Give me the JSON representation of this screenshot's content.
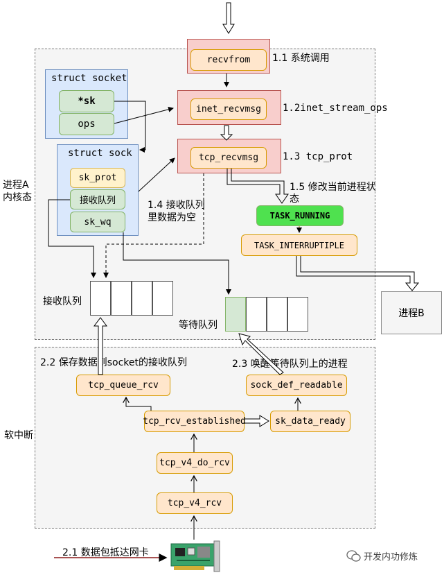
{
  "regions": {
    "process_label": "进程A\n内核态",
    "softirq_label": "软中断"
  },
  "socket": {
    "title": "struct socket",
    "sk": "*sk",
    "ops": "ops"
  },
  "sock": {
    "title": "struct sock",
    "sk_prot": "sk_prot",
    "recv_queue": "接收队列",
    "sk_wq": "sk_wq"
  },
  "calls": {
    "recvfrom": "recvfrom",
    "inet_recvmsg": "inet_recvmsg",
    "tcp_recvmsg": "tcp_recvmsg",
    "task_running": "TASK_RUNNING",
    "task_interruptible": "TASK_INTERRUPTIPLE"
  },
  "labels": {
    "l11": "1.1 系统调用",
    "l12": "1.2inet_stream_ops",
    "l13": "1.3 tcp_prot",
    "l14": "1.4 接收队列\n里数据为空",
    "l15": "1.5 修改当前进程状\n态",
    "recv_queue": "接收队列",
    "wait_queue": "等待队列",
    "l22": "2.2 保存数据到socket的接收队列",
    "l23": "2.3 唤醒等待队列上的进程",
    "l21": "2.1 数据包抵达网卡",
    "process_b": "进程B"
  },
  "softirq": {
    "tcp_queue_rcv": "tcp_queue_rcv",
    "sock_def_readable": "sock_def_readable",
    "tcp_rcv_established": "tcp_rcv_established",
    "sk_data_ready": "sk_data_ready",
    "tcp_v4_do_rcv": "tcp_v4_do_rcv",
    "tcp_v4_rcv": "tcp_v4_rcv"
  },
  "watermark": "开发内功修炼",
  "colors": {
    "blue_fill": "#dae8fc",
    "red_fill": "#f8cecc",
    "yellow_fill": "#fff2cc",
    "orange_fill": "#ffe6cc",
    "green_fill": "#d5e8d4",
    "running_fill": "#4fe14f"
  }
}
